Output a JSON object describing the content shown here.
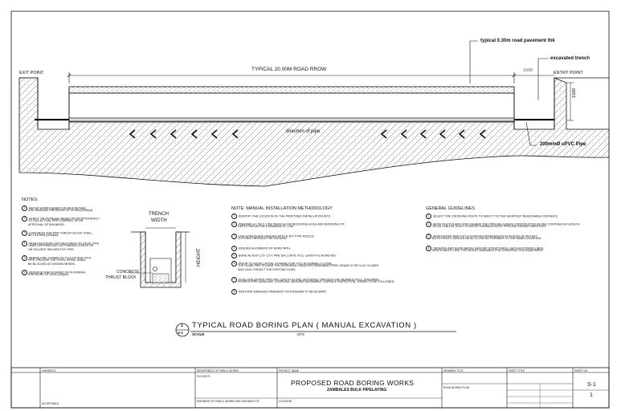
{
  "profile": {
    "exit_label": "EXIT POINT",
    "entry_label": "ENTRY POINT",
    "row_label": "TYPICAL 20.00M ROAD RROW",
    "pavement_label": "typical 0.30m road pavement thk",
    "trench_label": "excavated trench",
    "dim_1500_h": "1500",
    "dim_1500_v": "1500",
    "direction_label": "direction of pipe",
    "pipe_label": "200mmØ uPVC Pipe"
  },
  "notes": {
    "title": "NOTES:",
    "items": [
      [
        "ABOVE WORKS BASED ON AN ASSUMED",
        "SOIL BEARING PRESSURE OF 90 kPa (2000psf)."
      ],
      [
        "VERIFY OR INCREASE BASED PROPORTIONATELY",
        "TO OUR ACTUAL PIPE COMPANY UPON",
        "APPROVAL OF ENGINEER."
      ],
      [
        "CONCRETE FOR PIPE THRUST BLOCK SHALL",
        "BE 13.8 MPa (2000psi)."
      ],
      [
        "WHEN REQUIRED NOT REQUIRED ON STEEL PIPE",
        "LINES WITH WELDED OR FLANGED JOINTS OR",
        "ON SOLVENT WELDED PVC PIPE."
      ],
      [
        "WHERE PIPE CONNECTS TO A FITTING ON A",
        "PIPE, PROVIDE THE STEEL PIPING SHALL",
        "BE BLOCKED AS SHOWN HEREIN."
      ],
      [
        "REVERSE WHICH BASED ON IN NORMAL",
        "PRESSURE OF 100m (150psi)."
      ]
    ]
  },
  "trench_detail": {
    "trench_word": "TRENCH",
    "width_word": "WIDTH",
    "height_word": "HEIGHT",
    "concrete_word": "CONCRETE",
    "thrust_word": "THRUST BLOCK"
  },
  "method": {
    "title": "NOTE: MANUAL INSTALLATION METHODOLOGY",
    "items": [
      [
        "IDENTIFY THE LOCATION OF THE PROPOSED INSTALLATION SITE."
      ],
      [
        "PREPARE A 1.5M X 1.5M TRENCH FOR RECEIVING HOLE AND ENTERING PIT,",
        "DEPTH SHOULD BE A MINIMUM OF 1.5M."
      ],
      [
        "USE A PRESSURE WASHER WITH A JET-TYPE NOZZLE",
        "TO FORM THROUGH THE GROUND."
      ],
      [
        "ENSURE ALIGNMENT OF BORE PATH."
      ],
      [
        "BORE ADJUST (1.0~1.5 X PIPE DIA.) UNTIL FULL LENGTH IS ACHIEVED."
      ],
      [
        "PRIOR TO INSTALLATION, A FRAME THAT FITS IN NORMALLY CONE.",
        "THE GUIDE PIPE CLEANS THE OVERHEAD, REMOVES REMAINING FREE GRAVELS OR CLAY CLUMPS",
        "AND CAN CONTACT THE EXISTING ROAD."
      ],
      [
        "PUSH THE ENTIRE PIPELINE LENGTH IN ONE SEQUENCE THROUGH THE REAMED HOLE, ENSURING",
        "PROPER PIPE HANDLING, COUPLING, BEDDING ALIGNMENT, SURFACE INSPECTION, JOINED TO BE FOLLOWED."
      ],
      [
        "RESTORE DAMAGED PAVEMENT OR ROADWAY IF NECESSARY."
      ]
    ]
  },
  "guidelines": {
    "title": "GENERAL GUIDELINES",
    "items": [
      [
        "SELECT THE CROSSING ROUTE TO KEEP IT TO THE SHORTEST REASONABLE DISTANCE."
      ],
      [
        "BORE ROUTES AND SITES WHERE THE PIPELINE CAN BE CONSTRUCTED IN ONE CONTINUOUS LENGTH",
        "OR AS LONG AS SUCH TO ASSIST DRAWING ROOT PIPELINE DURING INSERTION."
      ],
      [
        "AVOID ENTRY AND EXIT ELEVATION DIFFERENCES IN EXCESS OF 45 FEET,",
        "BOTH POINTS SHOULD BE AS CLOSE AS POSSIBLE TO THE SAME ELEVATION."
      ],
      [
        "OBSERVE AND AVOID ABOVE-GROUND STRUCTURES, SUCH AS POWER LINES,",
        "WHICH MIGHT LIMIT THE HEIGHT AVAILABLE FOR CONSTRUCTION EQUIPMENT."
      ]
    ]
  },
  "plan_title": {
    "bubble_top": "1",
    "bubble_bottom": "S-1",
    "title": "TYPICAL ROAD BORING PLAN ( MANUAL EXCAVATION )",
    "scale_label": "SCALE",
    "scale_value": "NTS"
  },
  "title_block": {
    "c1_head": "OWNER/CO",
    "c1_foot": "ACCEPTANCE",
    "c2_head": "DEPARTMENT OF PUBLIC WORKS",
    "c2_mid": "ENGINEER",
    "c2_foot": "ENGINEER OF PUBLIC WORKS AND HIGHWAYS OF",
    "c3_head": "PROJECT NAME",
    "project_title": "PROPOSED ROAD BORING WORKS",
    "project_sub": "ZAMBALES BULK PIPELAYING",
    "c3_foot": "LOCATION",
    "c4_head": "DRAWING TITLE",
    "c4_line": "ROAD BORING PLAN",
    "c5_head": "SHEET TITLE",
    "c6_head": "SHEET NO.",
    "sheet_no": "S-1",
    "sheet_count": "1"
  }
}
